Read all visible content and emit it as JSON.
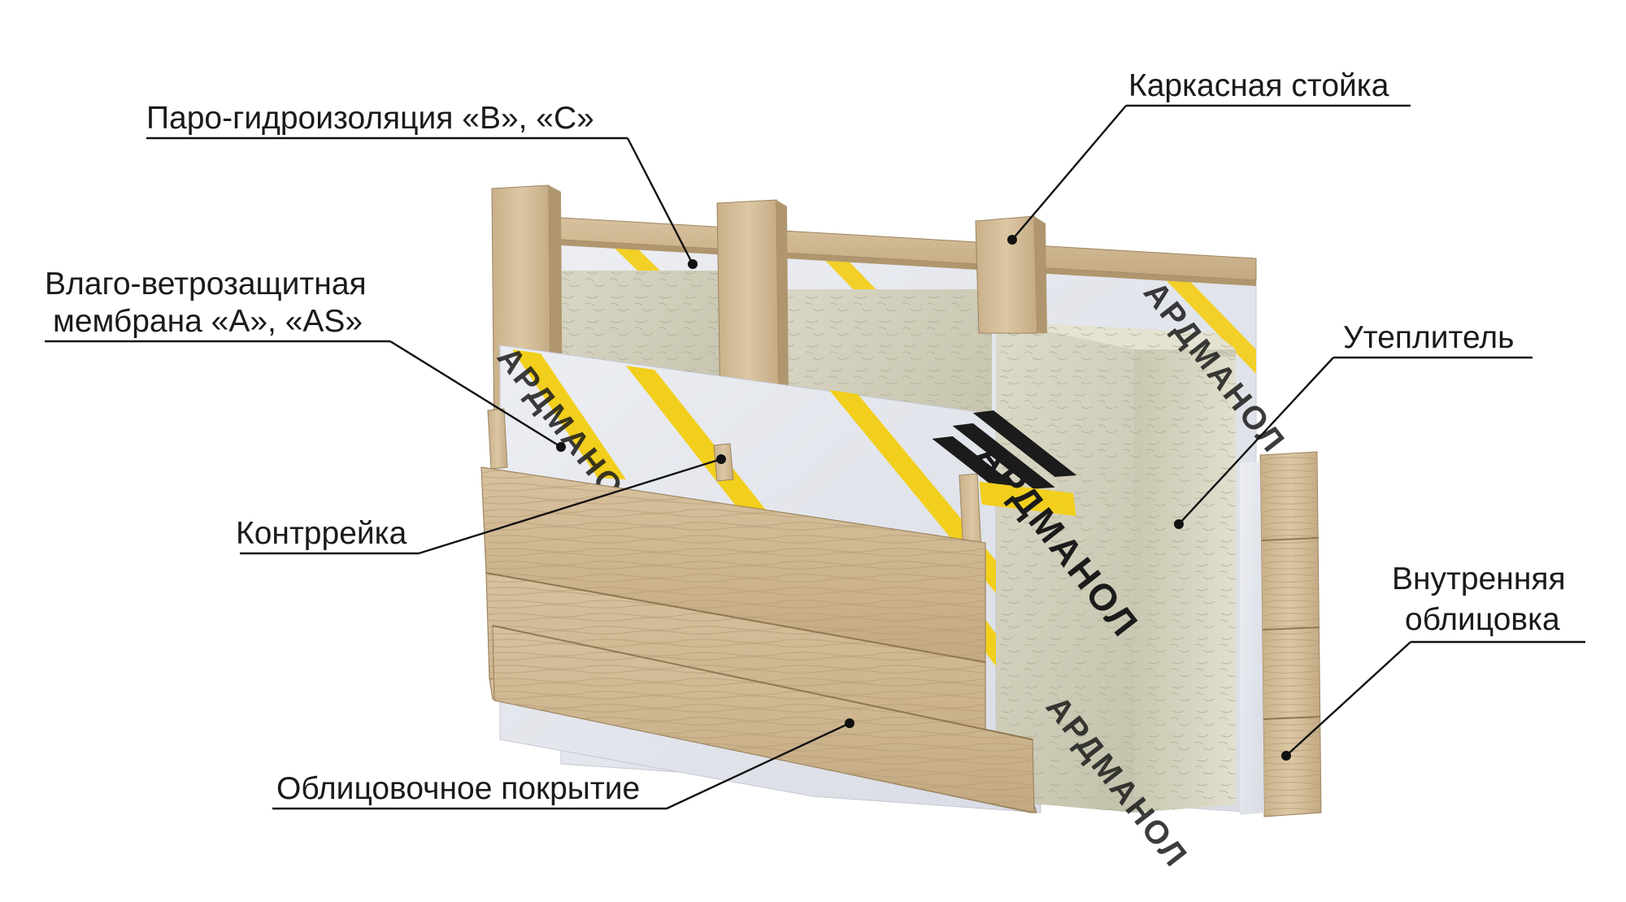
{
  "labels": {
    "vapor_barrier": "Паро-гидроизоляция «В», «С»",
    "frame_post": "Каркасная стойка",
    "membrane_line1": "Влаго-ветрозащитная",
    "membrane_line2": "мембрана «А», «AS»",
    "insulation": "Утеплитель",
    "counter_batten": "Контррейка",
    "inner_lining_line1": "Внутренняя",
    "inner_lining_line2": "облицовка",
    "facing": "Облицовочное покрытие"
  },
  "brand": {
    "name": "АРДМАНОЛ"
  },
  "colors": {
    "wood": "#d6c09c",
    "wood_dark": "#b89f78",
    "membrane": "#e6e8ee",
    "stripe_yellow": "#f2cf1c",
    "stripe_dark": "#cfa814",
    "insulation": "#cfcdb8",
    "brand_black": "#1b1b1b"
  }
}
